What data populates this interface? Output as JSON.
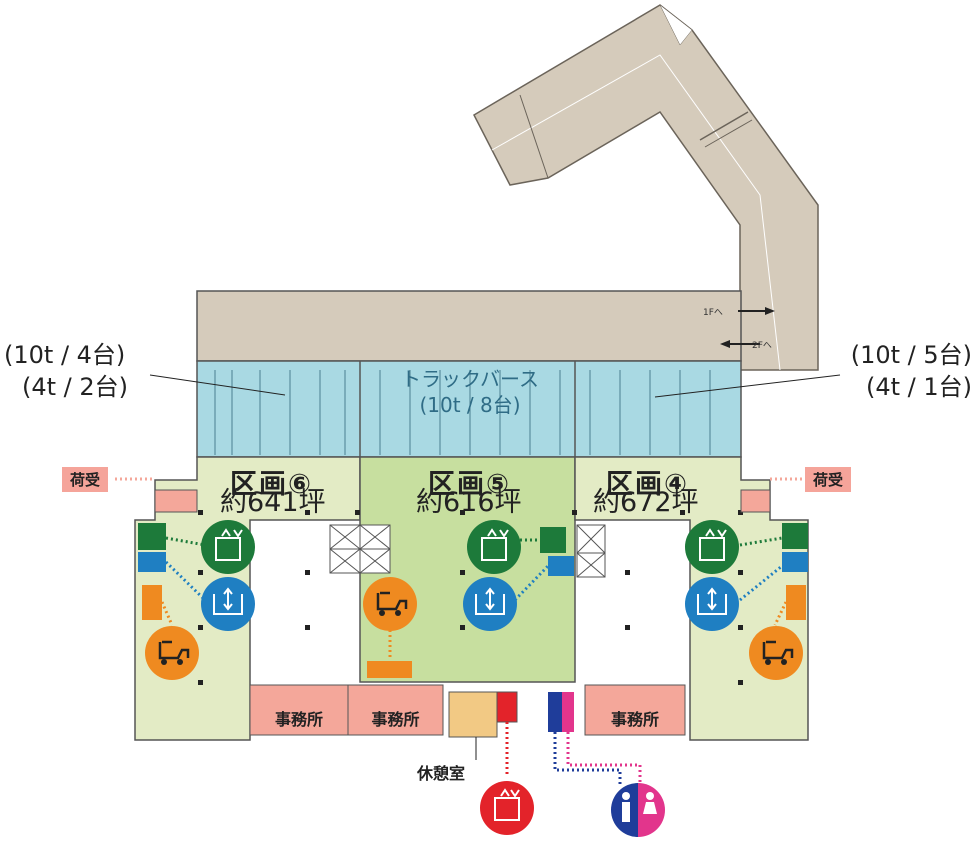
{
  "capacity_labels": {
    "left_line1": "(10t / 4台)",
    "left_line2": "(4t / 2台)",
    "right_line1": "(10t / 5台)",
    "right_line2": "(4t / 1台)"
  },
  "truck_berth": {
    "name": "トラックバース",
    "capacity": "(10t / 8台)"
  },
  "ramp_labels": {
    "to_1f": "1Fへ",
    "to_2f": "2Fへ"
  },
  "sections": [
    {
      "title": "区画⑥",
      "size": "約641坪"
    },
    {
      "title": "区画⑤",
      "size": "約616坪"
    },
    {
      "title": "区画④",
      "size": "約672坪"
    }
  ],
  "receiving_label": "荷受",
  "office_label": "事務所",
  "rest_room_label": "休憩室",
  "colors": {
    "ramp": "#d5cbbb",
    "berth": "#a9d9e3",
    "section_light": "#e3ebc5",
    "section_center": "#c7df9f",
    "office": "#f4a79a",
    "receiving": "#f5a49a",
    "green_icon": "#1d7a3a",
    "blue_icon": "#1f7fc2",
    "orange_icon": "#ef8a20",
    "red_icon": "#e3232a",
    "wc_blue": "#1f3d9a",
    "wc_pink": "#e2358c"
  },
  "icons": [
    "freight-elevator-icon",
    "vertical-lift-icon",
    "forklift-icon",
    "passenger-elevator-icon",
    "restroom-icon"
  ]
}
